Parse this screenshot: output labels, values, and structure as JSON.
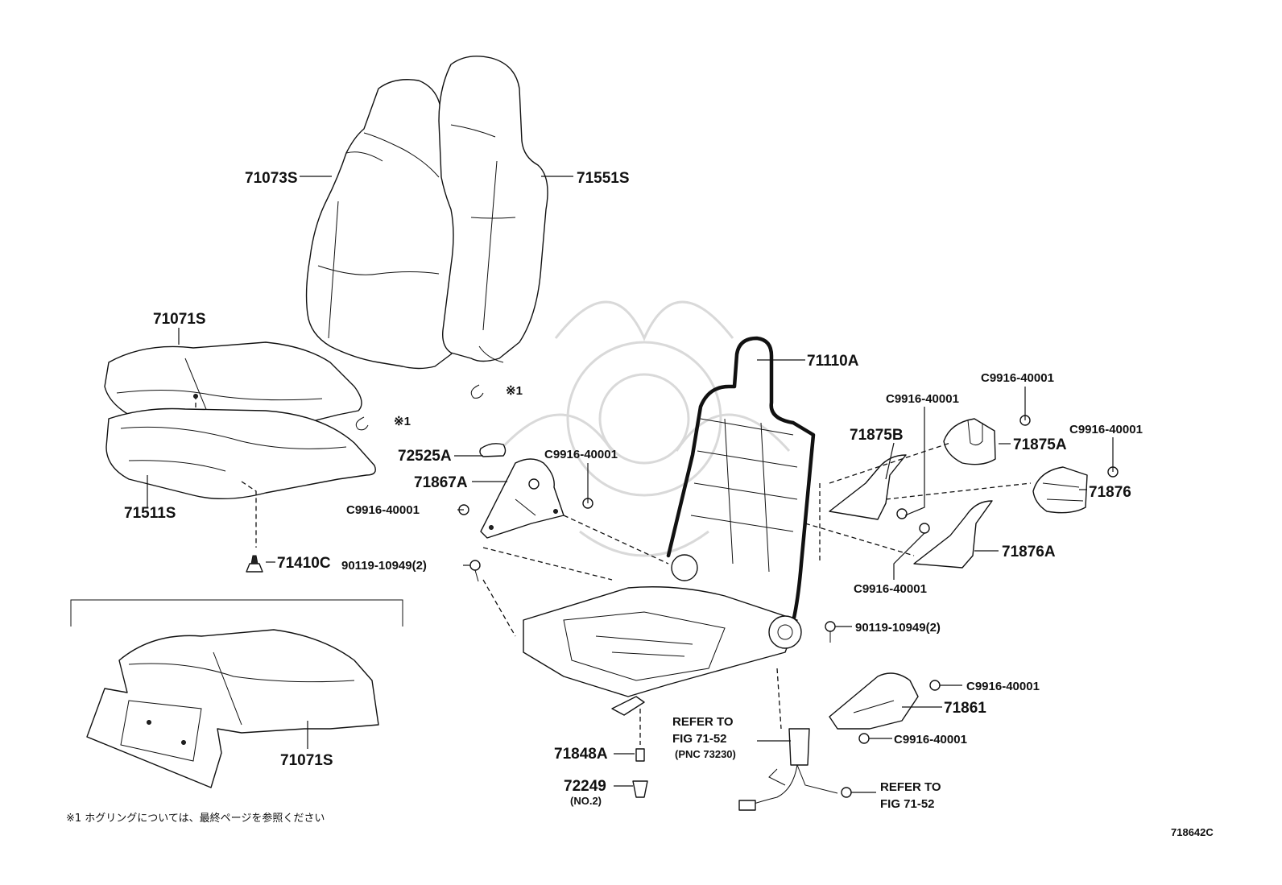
{
  "labels": {
    "seatback_cover": "71073S",
    "seatback_pad": "71551S",
    "cushion_cover_upper": "71071S",
    "cushion_pad": "71511S",
    "hog_ring_clip": "71410C",
    "ring_note_left": "※1",
    "ring_note_center": "※1",
    "frame": "71110A",
    "knob": "72525A",
    "shield_left": "71867A",
    "c9916_a": "C9916-40001",
    "c9916_b": "C9916-40001",
    "c9916_c": "C9916-40001",
    "c9916_d": "C9916-40001",
    "c9916_e": "C9916-40001",
    "c9916_f": "C9916-40001",
    "c9916_g": "C9916-40001",
    "c9916_h": "C9916-40001",
    "bolt_left": "90119-10949(2)",
    "bolt_right": "90119-10949(2)",
    "cover_71875b": "71875B",
    "cover_71875a": "71875A",
    "cover_71876": "71876",
    "cover_71876a": "71876A",
    "cover_71861": "71861",
    "cushion_cover_inset": "71071S",
    "bolt_71848a": "71848A",
    "part_72249": "72249",
    "part_72249_sub": "(NO.2)",
    "refer_fig_1": "REFER TO",
    "refer_fig_2": "FIG 71-52",
    "refer_pnc": "(PNC 73230)",
    "refer_fig_b1": "REFER TO",
    "refer_fig_b2": "FIG 71-52"
  },
  "footnote": "※1 ホグリングについては、最終ページを参照ください",
  "diagram_code": "718642C",
  "colors": {
    "line": "#111111",
    "watermark": "#d9d9d9",
    "background": "#ffffff"
  }
}
